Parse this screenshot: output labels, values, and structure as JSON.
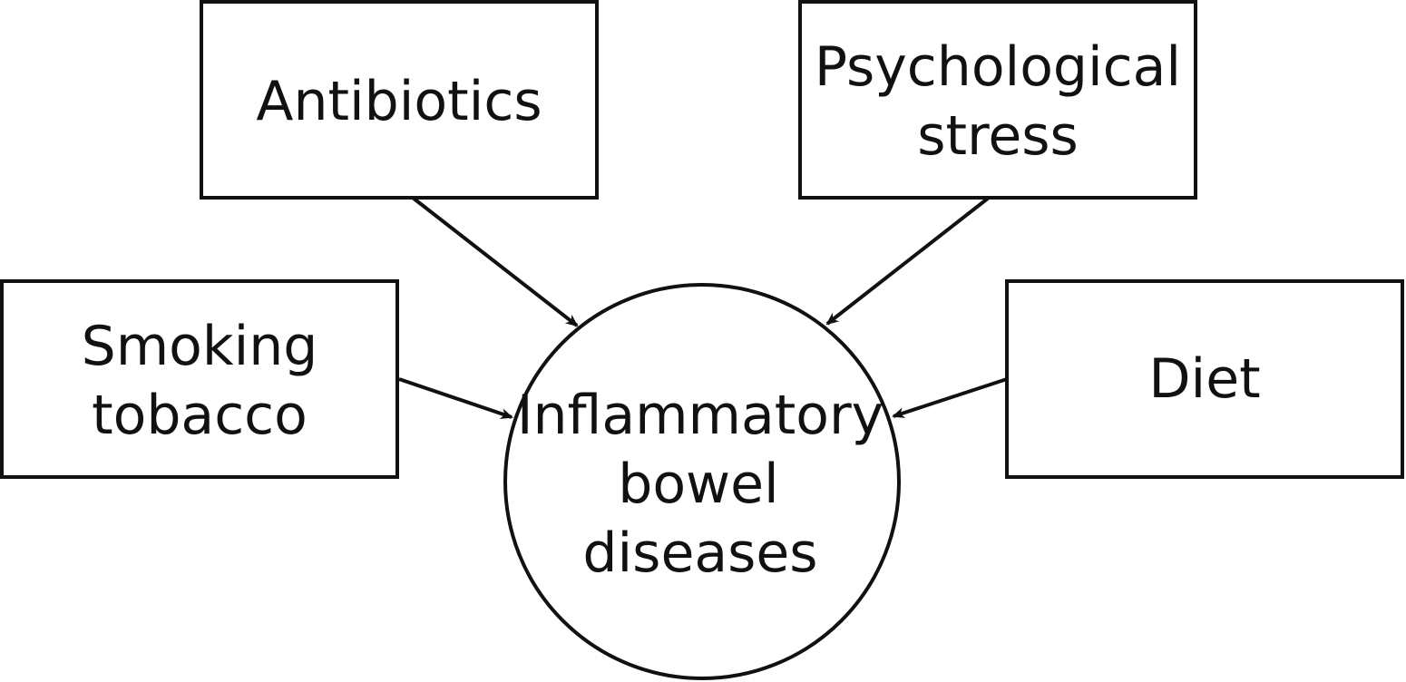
{
  "diagram": {
    "center": {
      "lines": [
        "Inflammatory",
        "bowel",
        "diseases"
      ]
    },
    "factors": {
      "antibiotics": {
        "lines": [
          "Antibiotics"
        ]
      },
      "stress": {
        "lines": [
          "Psychological",
          "stress"
        ]
      },
      "smoking": {
        "lines": [
          "Smoking",
          "tobacco"
        ]
      },
      "diet": {
        "lines": [
          "Diet"
        ]
      }
    },
    "colors": {
      "stroke": "#111111",
      "background": "#ffffff"
    }
  }
}
